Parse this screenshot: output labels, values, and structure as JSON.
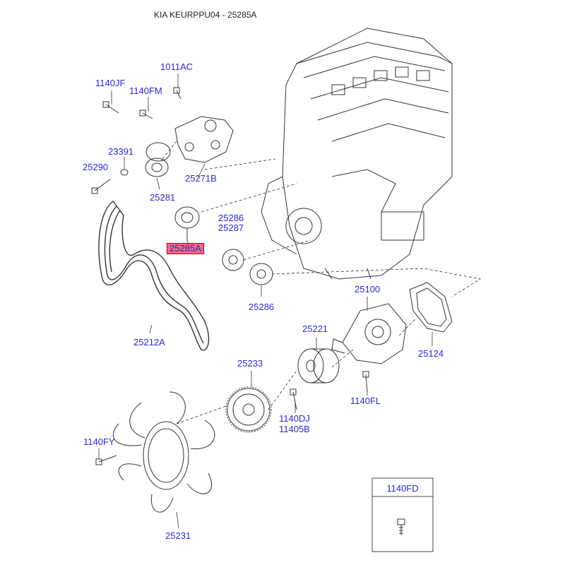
{
  "header": {
    "title": "KIA KEURPPU04 - 25285A"
  },
  "colors": {
    "label": "#2a2ad0",
    "highlight": "#f06a80",
    "line": "#333333"
  },
  "labels": {
    "p1011AC": "1011AC",
    "p1140JF": "1140JF",
    "p1140FM": "1140FM",
    "p23391": "23391",
    "p25290": "25290",
    "p25281": "25281",
    "p25271B": "25271B",
    "p25286a": "25286",
    "p25287": "25287",
    "p25285A": "25285A",
    "p25286b": "25286",
    "p25212A": "25212A",
    "p25100": "25100",
    "p25124": "25124",
    "p25221": "25221",
    "p25233": "25233",
    "p1140DJ": "1140DJ",
    "p11405B": "11405B",
    "p1140FL": "1140FL",
    "p1140FY": "1140FY",
    "p25231": "25231",
    "p1140FD": "1140FD"
  },
  "highlighted_part": "25285A"
}
